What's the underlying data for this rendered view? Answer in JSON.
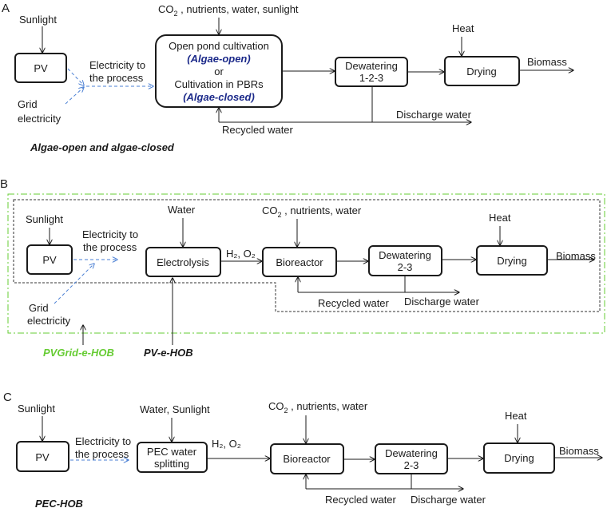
{
  "panels": {
    "a": {
      "letter": "A",
      "sunlight": "Sunlight",
      "pv": "PV",
      "electricity_1": "Electricity to",
      "electricity_2": "the process",
      "grid_1": "Grid",
      "grid_2": "electricity",
      "inputs_pre": "CO",
      "inputs_sub": "2",
      "inputs_post": " , nutrients, water, sunlight",
      "cultivation_1": "Open pond cultivation",
      "cultivation_2": "(Algae-open)",
      "cultivation_3": "or",
      "cultivation_4": "Cultivation in PBRs",
      "cultivation_5": "(Algae-closed)",
      "dewatering_1": "Dewatering",
      "dewatering_2": "1-2-3",
      "heat": "Heat",
      "drying": "Drying",
      "biomass": "Biomass",
      "discharge": "Discharge water",
      "recycled": "Recycled water",
      "caption": "Algae-open and algae-closed"
    },
    "b": {
      "letter": "B",
      "sunlight": "Sunlight",
      "pv": "PV",
      "electricity_1": "Electricity to",
      "electricity_2": "the process",
      "grid_1": "Grid",
      "grid_2": "electricity",
      "water": "Water",
      "electrolysis": "Electrolysis",
      "h2o2": "H₂, O₂",
      "inputs_pre": "CO",
      "inputs_sub": "2",
      "inputs_post": " , nutrients, water",
      "bioreactor": "Bioreactor",
      "dewatering_1": "Dewatering",
      "dewatering_2": "2-3",
      "heat": "Heat",
      "drying": "Drying",
      "biomass": "Biomass",
      "recycled": "Recycled water",
      "discharge": "Discharge water",
      "label_grid": "PVGrid-e-HOB",
      "label_pv": "PV-e-HOB"
    },
    "c": {
      "letter": "C",
      "sunlight": "Sunlight",
      "pv": "PV",
      "electricity_1": "Electricity to",
      "electricity_2": "the process",
      "water_sun": "Water, Sunlight",
      "pec_1": "PEC water",
      "pec_2": "splitting",
      "h2o2": "H₂, O₂",
      "inputs_pre": "CO",
      "inputs_sub": "2",
      "inputs_post": " , nutrients, water",
      "bioreactor": "Bioreactor",
      "dewatering_1": "Dewatering",
      "dewatering_2": "2-3",
      "heat": "Heat",
      "drying": "Drying",
      "biomass": "Biomass",
      "recycled": "Recycled water",
      "discharge": "Discharge water",
      "caption": "PEC-HOB"
    }
  },
  "colors": {
    "line": "#1a1a1a",
    "electric_dashed": "#4a7fd4",
    "algae_label": "#1c2a8a",
    "pvgrid_border": "#66cc33",
    "pv_border": "#333333"
  }
}
